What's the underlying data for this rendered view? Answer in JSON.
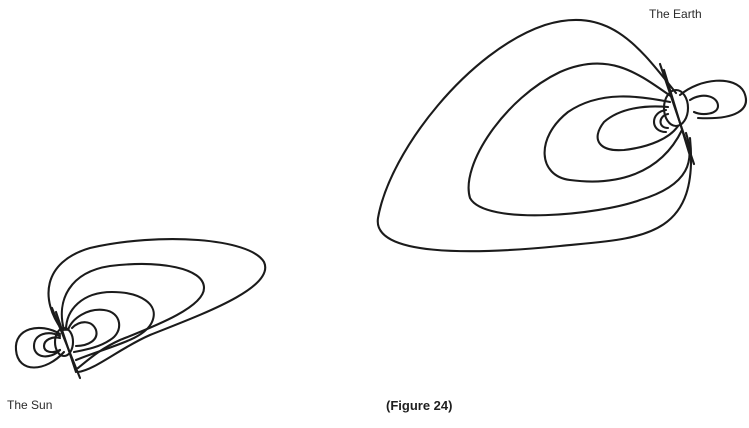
{
  "labels": {
    "earth": "The Earth",
    "sun": "The Sun"
  },
  "caption": "(Figure 24)",
  "colors": {
    "line": "#1b1b1b",
    "background": "#ffffff"
  }
}
